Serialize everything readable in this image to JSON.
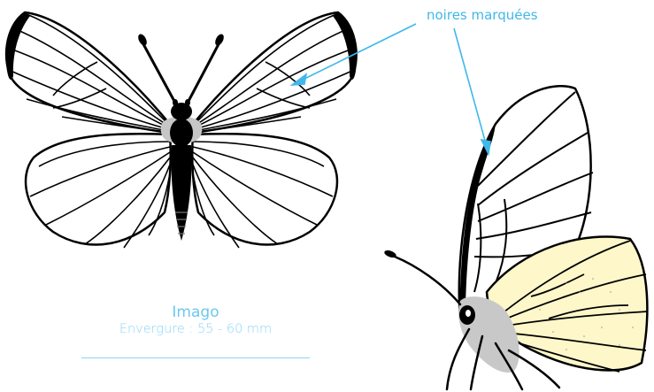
{
  "annotation": {
    "label": "noires marquées",
    "color": "#3fb8ea"
  },
  "caption": {
    "title": "Imago",
    "subtitle": "Envergure : 55 - 60 mm",
    "color": "#7cd2f3"
  },
  "figures": [
    {
      "name": "butterfly-dorsal-view",
      "wing_color": "#ffffff",
      "outline_color": "#000000"
    },
    {
      "name": "butterfly-side-view",
      "hindwing_underside_color": "#fdf7c9",
      "body_color": "#c8c8c8"
    }
  ]
}
